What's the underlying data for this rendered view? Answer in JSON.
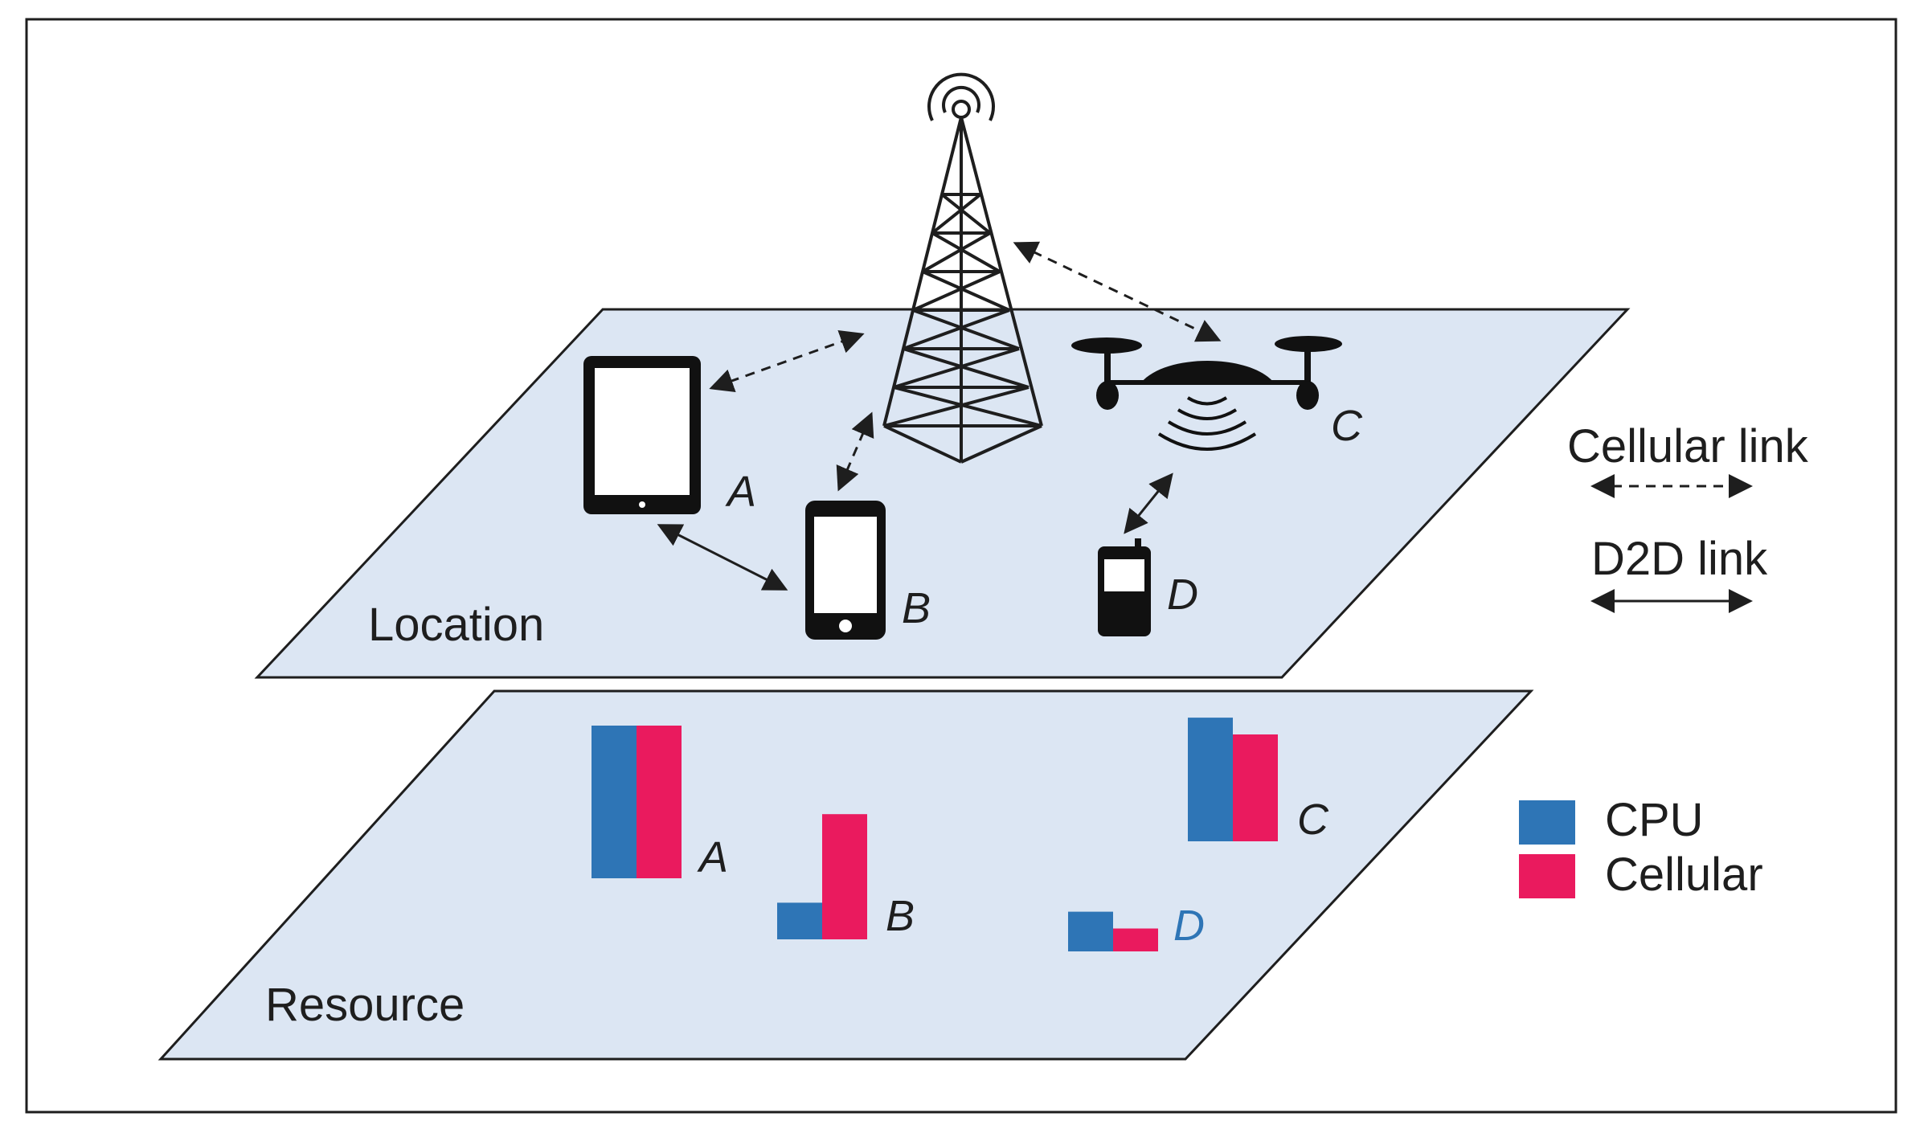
{
  "planes": {
    "location_label": "Location",
    "resource_label": "Resource",
    "fill_color": "#dce6f3",
    "stroke_color": "#1e1e1e"
  },
  "devices": {
    "a_label": "A",
    "b_label": "B",
    "c_label": "C",
    "d_label": "D"
  },
  "link_legend": {
    "cellular_label": "Cellular link",
    "d2d_label": "D2D link"
  },
  "resource_legend": {
    "cpu_label": "CPU",
    "cellular_label": "Cellular",
    "cpu_color": "#2e75b6",
    "cellular_color": "#ea1a5e"
  },
  "chart_data": {
    "type": "bar",
    "categories": [
      "A",
      "B",
      "C",
      "D"
    ],
    "series": [
      {
        "name": "CPU",
        "values": [
          1.0,
          0.24,
          0.81,
          0.26
        ]
      },
      {
        "name": "Cellular",
        "values": [
          1.0,
          0.82,
          0.7,
          0.15
        ]
      }
    ]
  }
}
